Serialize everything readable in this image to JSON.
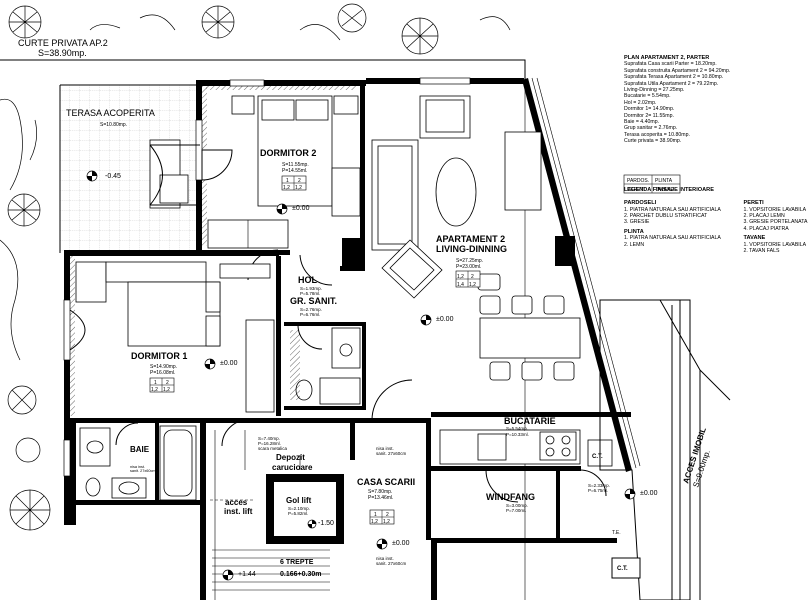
{
  "labels": {
    "curte_title": "CURTE PRIVATA AP.2",
    "curte_area": "S=38.90mp.",
    "terasa_title": "TERASA ACOPERITA",
    "terasa_area": "S=10.80mp.",
    "terasa_level": "-0.45",
    "dormitor2_title": "DORMITOR 2",
    "dormitor2_s": "S=11.55mp.",
    "dormitor2_p": "P=14.55ml.",
    "dormitor2_level": "±0.00",
    "ap2_title": "APARTAMENT 2",
    "ap2_sub": "LIVING-DINNING",
    "ap2_s": "S=27.25mp.",
    "ap2_p": "P=23.00ml.",
    "ap2_level": "±0.00",
    "hol_title": "HOL",
    "hol_s": "S=1.93mp.",
    "hol_p": "P=5.78ml.",
    "gr_title": "GR. SANIT.",
    "gr_s": "S=2.76mp.",
    "gr_p": "P=6.76ml.",
    "dormitor1_title": "DORMITOR 1",
    "dormitor1_s": "S=14.90mp.",
    "dormitor1_p": "P=16.08ml.",
    "dormitor1_level": "±0.00",
    "baie_title": "BAIE",
    "bucatarie_title": "BUCATARIE",
    "bucatarie_s": "S=5.54mp.",
    "bucatarie_p": "P=10.33ml.",
    "casa_scarii_title": "CASA SCARII",
    "casa_scarii_s": "S=7.80mp.",
    "casa_scarii_p": "P=13.46ml.",
    "casa_scarii_level": "±0.00",
    "depozit_s": "S=7.40mp.",
    "depozit_p": "P=16.28ml.",
    "depozit_note": "scara metalica",
    "depozit_title1": "Depozit",
    "depozit_title2": "carucioare",
    "gol_lift": "Gol lift",
    "gol_lift_s": "S=2.10mp.",
    "gol_lift_p": "P=5.82ml.",
    "acces1": "acces",
    "acces2": "inst. lift",
    "windfang_title": "WINDFANG",
    "windfang_s": "S=3.00mp.",
    "windfang_p": "P=7.00ml.",
    "wind2_s": "S=2.33mp.",
    "wind2_p": "P=6.75ml.",
    "wind_level": "±0.00",
    "trepte": "6 TREPTE",
    "trepte_dim": "0.166+0.30m",
    "level_144": "+1.44",
    "level_150": "-1.50",
    "nisa1": "nisa inst.",
    "nisa1_dim": "sanit. 27x60cm",
    "nisa2": "nisa inst.",
    "nisa2_dim": "sanit. 27x60cm",
    "nisa3": "nisa inst.",
    "nisa3_dim": "sanit. 27x60cm",
    "ct": "C.T.",
    "ct2": "C.T.",
    "te": "T.E.",
    "acces_imobil1": "ACCES IMOBIL",
    "acces_imobil2": "S=9.00mp.",
    "box_val": "1,2",
    "box_n1": "1",
    "box_n2": "2",
    "box_14": "1,4"
  },
  "legend": {
    "plan_title": "PLAN APARTAMENT 2, PARTER",
    "lines": [
      "Suprafata Casa scarii Parter = 18.20mp.",
      "Suprafata construita Apartament 2 = 94.20mp.",
      "Suprafata Terasa Apartament 2 = 10.80mp.",
      "Suprafata Utila Apartament 2 = 79.22mp.",
      "Living-Dinning = 27.25mp.",
      "Bucatarie = 5.54mp.",
      "Hol = 2.02mp.",
      "Dormitor 1= 14.90mp.",
      "Dormitor 2= 11.55mp.",
      "Baie = 4.40mp.",
      "Grup sanitar = 2.76mp.",
      "Terasa acoperita = 10.80mp.",
      "Curte privata = 38.90mp."
    ],
    "box_pardos": "PARDOS.",
    "box_plinta": "PLINTA",
    "box_pereti": "PERETI",
    "box_tavane": "TAVANE",
    "legenda_title": "LEGENDA FINISAJE INTERIOARE",
    "pardoseli_title": "PARDOSELI",
    "pardoseli": [
      "1. PIATRA NATURALA SAU ARTIFICIALA",
      "2. PARCHET DUBLU STRATIFICAT",
      "3. GRESIE"
    ],
    "plinta_title": "PLINTA",
    "plinta": [
      "1. PIATRA NATURALA SAU ARTIFICIALA",
      "2. LEMN"
    ],
    "pereti_title": "PERETI",
    "pereti": [
      "1. VOPSITORIE LAVABILA",
      "2. PLACAJ LEMN",
      "3. GRESIE PORTELANATA",
      "4. PLACAJ PIATRA"
    ],
    "tavane_title": "TAVANE",
    "tavane": [
      "1. VOPSITORIE LAVABILA",
      "2. TAVAN FALS"
    ]
  }
}
